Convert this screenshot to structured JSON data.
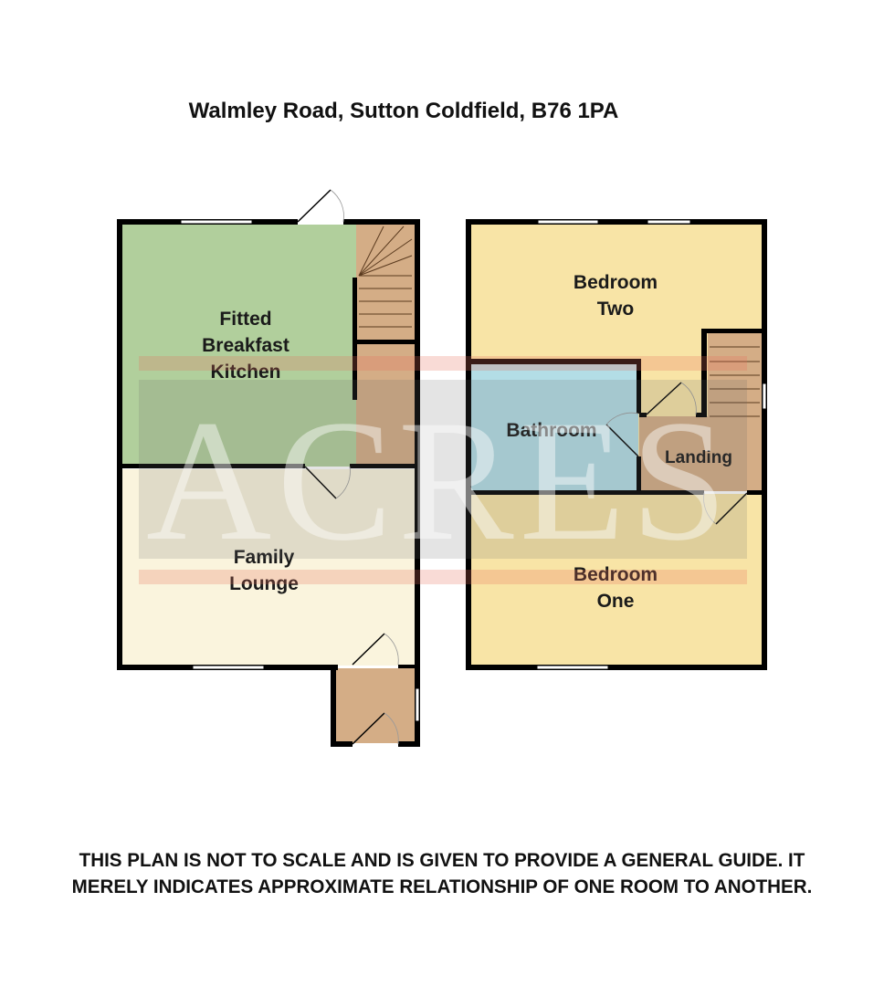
{
  "header": {
    "title": "Walmley Road, Sutton Coldfield, B76 1PA"
  },
  "floor_plan": {
    "ground_floor": {
      "rooms": [
        {
          "name": "Fitted Breakfast Kitchen",
          "lines": [
            "Fitted",
            "Breakfast",
            "Kitchen"
          ],
          "color": "#b1cf9c"
        },
        {
          "name": "Family Lounge",
          "lines": [
            "Family",
            "Lounge"
          ],
          "color": "#faf4dd"
        },
        {
          "name": "Stairs",
          "color": "#d4ad86"
        },
        {
          "name": "Porch",
          "color": "#d4ad86"
        }
      ]
    },
    "first_floor": {
      "rooms": [
        {
          "name": "Bedroom Two",
          "lines": [
            "Bedroom",
            "Two"
          ],
          "color": "#f8e4a6"
        },
        {
          "name": "Bathroom",
          "lines": [
            "Bathroom"
          ],
          "color": "#b3dde6"
        },
        {
          "name": "Landing",
          "lines": [
            "Landing"
          ],
          "color": "#d4ad86"
        },
        {
          "name": "Bedroom One",
          "lines": [
            "Bedroom",
            "One"
          ],
          "color": "#f8e4a6"
        }
      ]
    },
    "wall_color": "#000000",
    "watermark": "ACRES"
  },
  "footer": {
    "disclaimer": "THIS PLAN IS NOT TO SCALE AND IS GIVEN TO PROVIDE A GENERAL GUIDE. IT MERELY INDICATES APPROXIMATE RELATIONSHIP OF ONE ROOM TO ANOTHER."
  }
}
